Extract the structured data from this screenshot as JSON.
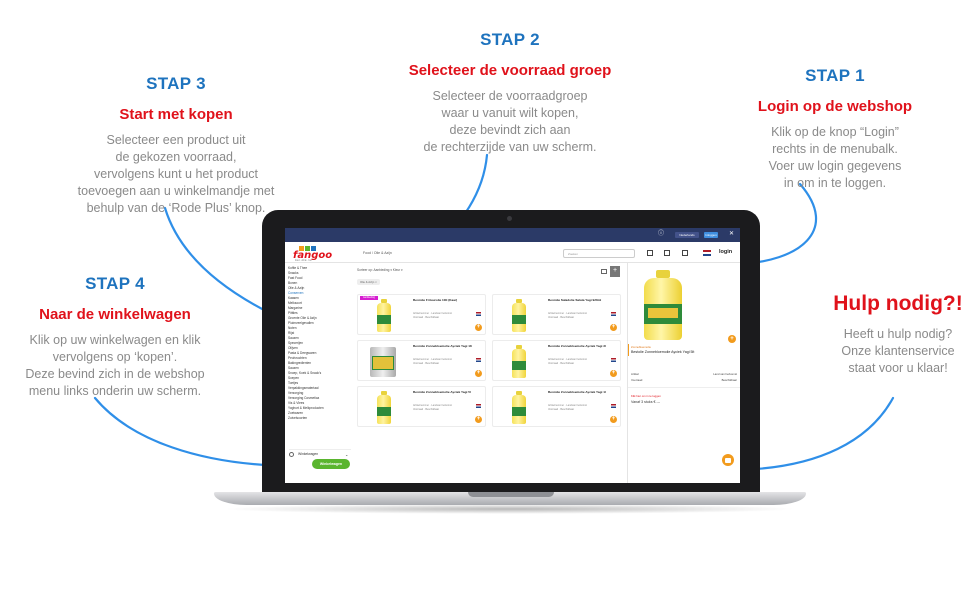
{
  "steps": {
    "step2": {
      "num": "STAP 2",
      "title": "Selecteer de voorraad groep",
      "desc": "Selecteer de voorraadgroep\nwaar u vanuit wilt kopen,\ndeze bevindt zich aan\nde rechterzijde van uw scherm."
    },
    "step3": {
      "num": "STAP 3",
      "title": "Start met kopen",
      "desc": "Selecteer een product uit\nde gekozen  voorraad,\nvervolgens kunt u het product\ntoevoegen aan u winkelmandje met\nbehulp van de ‘Rode Plus’ knop."
    },
    "step1": {
      "num": "STAP 1",
      "title": "Login op de webshop",
      "desc": "Klik op de knop “Login”\nrechts in de menubalk.\nVoer uw login gegevens\nin om in te loggen."
    },
    "step4": {
      "num": "STAP 4",
      "title": "Naar de winkelwagen",
      "desc": "Klik op uw winkelwagen en klik\nvervolgens op ‘kopen’.\nDeze bevind zich in de webshop\nmenu links onderin uw scherm."
    },
    "help": {
      "title": "Hulp nodig?!",
      "desc": "Heeft u hulp nodig?\nOnze klantenservice\nstaat voor u klaar!"
    }
  },
  "colors": {
    "step_num": "#1e73be",
    "step_title": "#e0121b",
    "desc": "#8a8a8a",
    "arrow": "#2f8fe8",
    "navbar": "#2b3a67",
    "shop_green": "#5ab52f",
    "add_orange": "#f29b1d"
  },
  "screen": {
    "topbar": {
      "lang_label": "Nederlands",
      "white_label": "Inloggen"
    },
    "logo": {
      "text": "fangoo",
      "tagline": "food · drink · fun"
    },
    "breadcrumb": "Food  /  Olie & Azijn",
    "search_placeholder": "Zoeken",
    "login": "login",
    "filters": "Sorteer op: Aanbieding ▾     Kleur ▾",
    "filter_tag": "Olie & Azijn ×",
    "badge": "Aanbieding",
    "sidebar": {
      "categories": [
        "Koffie & Thee",
        "Snacks",
        "Fast Food",
        "Bonen",
        "Olie & Azijn",
        "Conserven",
        "Kaasen",
        "Melksoort",
        "Margarine",
        "Pittties",
        "Groente Olie & Azijn",
        "Pluimveelgevallen",
        "Noten",
        "Rijst",
        "Sauzen",
        "Specerijen",
        "Olijven",
        "Pasta & Deegwaren",
        "Peulvruchten",
        "Bakingredienten",
        "Sauzen",
        "Snoep, Koek & Snack's",
        "Soepen",
        "Toetjes",
        "Verpakkingsmateriaal",
        "Verzorging",
        "Verzorging Cosmetica",
        "Vis & Vlees",
        "Yoghurt & Melkproducten",
        "Zoetwaren",
        "Zuivelsoorten"
      ],
      "cart_label": "Winkelwagen",
      "shop_button": "Winkelwagen"
    },
    "products": [
      {
        "name": "Bestolie Frituurolie 10lt (Kaar)",
        "meta": "Artikelnummer · Landvan herkomst\nVoorraad · Beschikbaar",
        "image": "bottle"
      },
      {
        "name": "Bestolie Saladolie Salata Yagi 920ml",
        "meta": "Artikelnummer · Landvan herkomst\nVoorraad · Beschikbaar",
        "image": "bottle"
      },
      {
        "name": "Bestolie Zonnebloemolie Ayciek Yagi 18",
        "meta": "Artikelnummer · Landvan herkomst\nVoorraad · Beschikbaar",
        "image": "can"
      },
      {
        "name": "Bestolie Zonnebloemolie Ayciek Yagi 3l",
        "meta": "Artikelnummer · Landvan herkomst\nVoorraad · Beschikbaar",
        "image": "bottle"
      },
      {
        "name": "Bestolie Zonnebloemolie Ayciek Yagi 5l",
        "meta": "Artikelnummer · Landvan herkomst\nVoorraad · Beschikbaar",
        "image": "bottle"
      },
      {
        "name": "Bestolie Zonnebloemolie Ayciek Yagi 1l",
        "meta": "Artikelnummer · Landvan herkomst\nVoorraad · Beschikbaar",
        "image": "bottle"
      }
    ],
    "detail": {
      "category": "Zonnebloemolie",
      "name": "Bestolie Zonnebloemolie Ayciek Yagi 5lt",
      "specs": [
        {
          "label": "Artikel",
          "value": "Land van herkomst"
        },
        {
          "label": "Voorraad",
          "value": "Beschikbaar"
        }
      ],
      "note": "Klik hier om in te loggen",
      "price": "Vanaf 3 stuks € ---"
    }
  }
}
